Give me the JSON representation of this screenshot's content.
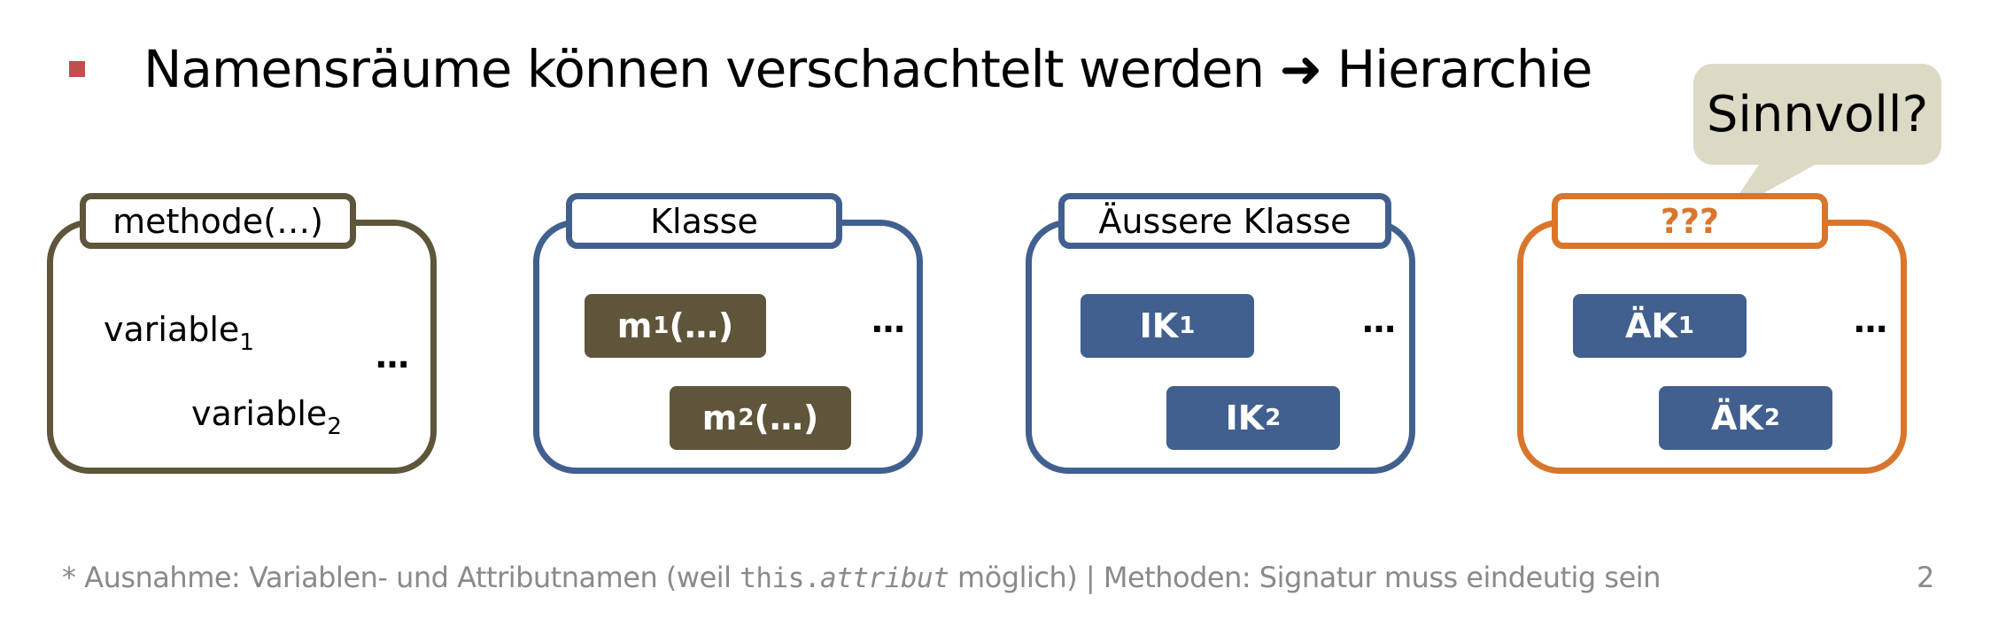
{
  "headline": {
    "text": "Namensräume können verschachtelt werden ➜ Hierarchie"
  },
  "callout": {
    "text": "Sinnvoll?"
  },
  "boxes": [
    {
      "tab": "methode(…)",
      "items": [
        {
          "base": "variable",
          "sub": "1"
        },
        {
          "base": "variable",
          "sub": "2"
        }
      ],
      "ellipsis": "…"
    },
    {
      "tab": "Klasse",
      "items": [
        {
          "base": "m",
          "sub": "1",
          "suffix": "(…)"
        },
        {
          "base": "m",
          "sub": "2",
          "suffix": "(…)"
        }
      ],
      "ellipsis": "…"
    },
    {
      "tab": "Äussere Klasse",
      "items": [
        {
          "base": "IK",
          "sub": "1"
        },
        {
          "base": "IK",
          "sub": "2"
        }
      ],
      "ellipsis": "…"
    },
    {
      "tab": "???",
      "items": [
        {
          "base": "ÄK",
          "sub": "1"
        },
        {
          "base": "ÄK",
          "sub": "2"
        }
      ],
      "ellipsis": "…"
    }
  ],
  "footnote": {
    "prefix": "* Ausnahme: Variablen- und Attributnamen (weil ",
    "code_plain": "this.",
    "code_italic": "attribut",
    "suffix": " möglich)  |  Methoden: Signatur muss eindeutig sein"
  },
  "page_number": "2",
  "colors": {
    "bullet": "#c0504d",
    "olive": "#5e553a",
    "blue": "#41608f",
    "orange": "#d9762c",
    "callout_bg": "#dcd9c5",
    "footnote_text": "#8a8a8a"
  }
}
